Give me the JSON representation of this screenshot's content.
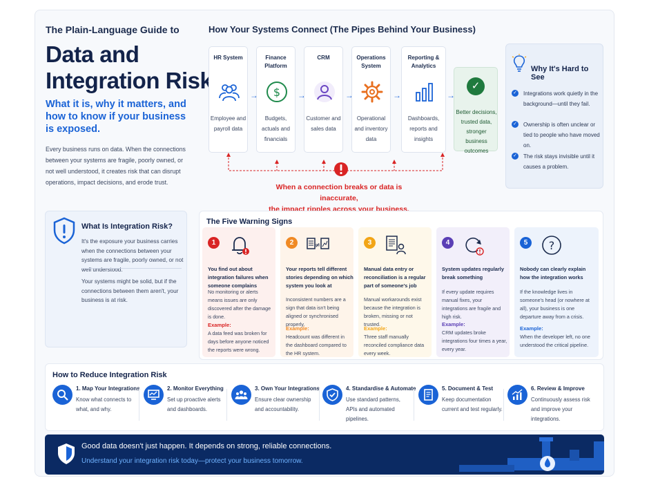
{
  "header": {
    "kicker": "The Plain-Language Guide to",
    "title_line1": "Data and",
    "title_line2": "Integration Risk",
    "subtitle": "What it is, why it matters, and how to know if your business is exposed.",
    "intro": "Every business runs on data. When the connections between your systems are fragile, poorly owned, or not well understood, it creates risk that can disrupt operations, impact decisions, and erode trust."
  },
  "what_is": {
    "title": "What Is Integration Risk?",
    "p1": "It's the exposure your business carries when the connections between your systems are fragile, poorly owned, or not well understood.",
    "p2": "Your systems might be solid, but if the connections between them aren't, your business is at risk.",
    "icon": "shield-exclamation-icon"
  },
  "pipes": {
    "title": "How Your Systems Connect (The Pipes Behind Your Business)",
    "systems": [
      {
        "name": "HR System",
        "desc": "Employee and payroll data",
        "icon": "people-icon"
      },
      {
        "name": "Finance Platform",
        "desc": "Budgets, actuals and financials",
        "icon": "dollar-icon"
      },
      {
        "name": "CRM",
        "desc": "Customer and sales data",
        "icon": "person-icon"
      },
      {
        "name": "Operations System",
        "desc": "Operational and inventory data",
        "icon": "gear-icon"
      },
      {
        "name": "Reporting & Analytics",
        "desc": "Dashboards, reports and insights",
        "icon": "bar-chart-icon"
      }
    ],
    "outcome": "Better decisions, trusted data, stronger business outcomes",
    "ripple_line1": "When a connection breaks or data is inaccurate,",
    "ripple_line2": "the impact ripples across your business.",
    "accent": "#2a6fdb",
    "alert_color": "#d92424"
  },
  "hard_to_see": {
    "title": "Why It's Hard to See",
    "items": [
      "Integrations work quietly in the background—until they fail.",
      "Ownership is often unclear or tied to people who have moved on.",
      "The risk stays invisible until it causes a problem."
    ]
  },
  "warnings": {
    "title": "The Five Warning Signs",
    "example_label": "Example:",
    "cards": [
      {
        "num": "1",
        "heading": "You find out about integration failures when someone complains",
        "desc": "No monitoring or alerts means issues are only discovered after the damage is done.",
        "example": "A data feed was broken for days before anyone noticed the reports were wrong.",
        "color": "#d92424",
        "bg": "#fdf0ee",
        "icon": "bell-alert-icon"
      },
      {
        "num": "2",
        "heading": "Your reports tell different stories depending on which system you look at",
        "desc": "Inconsistent numbers are a sign that data isn't being aligned or synchronised properly.",
        "example": "Headcount was different in the dashboard compared to the HR system.",
        "color": "#f08a24",
        "bg": "#fef4ea",
        "icon": "mismatched-reports-icon"
      },
      {
        "num": "3",
        "heading": "Manual data entry or reconciliation is a regular part of someone's job",
        "desc": "Manual workarounds exist because the integration is broken, missing or not trusted.",
        "example": "Three staff manually reconciled compliance data every week.",
        "color": "#f2a516",
        "bg": "#fef8ea",
        "icon": "manual-document-icon"
      },
      {
        "num": "4",
        "heading": "System updates regularly break something",
        "desc": "If every update requires manual fixes, your integrations are fragile and high risk.",
        "example": "CRM updates broke integrations four times a year, every year.",
        "color": "#5b3fb5",
        "bg": "#f2effa",
        "icon": "refresh-alert-icon"
      },
      {
        "num": "5",
        "heading": "Nobody can clearly explain how the integration works",
        "desc": "If the knowledge lives in someone's head (or nowhere at all), your business is one departure away from a crisis.",
        "example": "When the developer left, no one understood the critical pipeline.",
        "color": "#1a63d6",
        "bg": "#edf3fc",
        "icon": "question-icon"
      }
    ]
  },
  "reduce": {
    "title": "How to Reduce Integration Risk",
    "steps": [
      {
        "title": "1. Map Your Integrations",
        "desc": "Know what connects to what, and why.",
        "icon": "search-icon"
      },
      {
        "title": "2. Monitor Everything",
        "desc": "Set up proactive alerts and dashboards.",
        "icon": "monitor-icon"
      },
      {
        "title": "3. Own Your Integrations",
        "desc": "Ensure clear ownership and accountability.",
        "icon": "team-icon"
      },
      {
        "title": "4. Standardise & Automate",
        "desc": "Use standard patterns, APIs and automated pipelines.",
        "icon": "shield-check-icon"
      },
      {
        "title": "5. Document & Test",
        "desc": "Keep documentation current and test regularly.",
        "icon": "document-icon"
      },
      {
        "title": "6. Review & Improve",
        "desc": "Continuously assess risk and improve your integrations.",
        "icon": "trend-up-icon"
      }
    ]
  },
  "footer": {
    "line1": "Good data doesn't just happen. It depends on strong, reliable connections.",
    "line2": "Understand your integration risk today—protect your business tomorrow.",
    "icon": "shield-icon"
  }
}
